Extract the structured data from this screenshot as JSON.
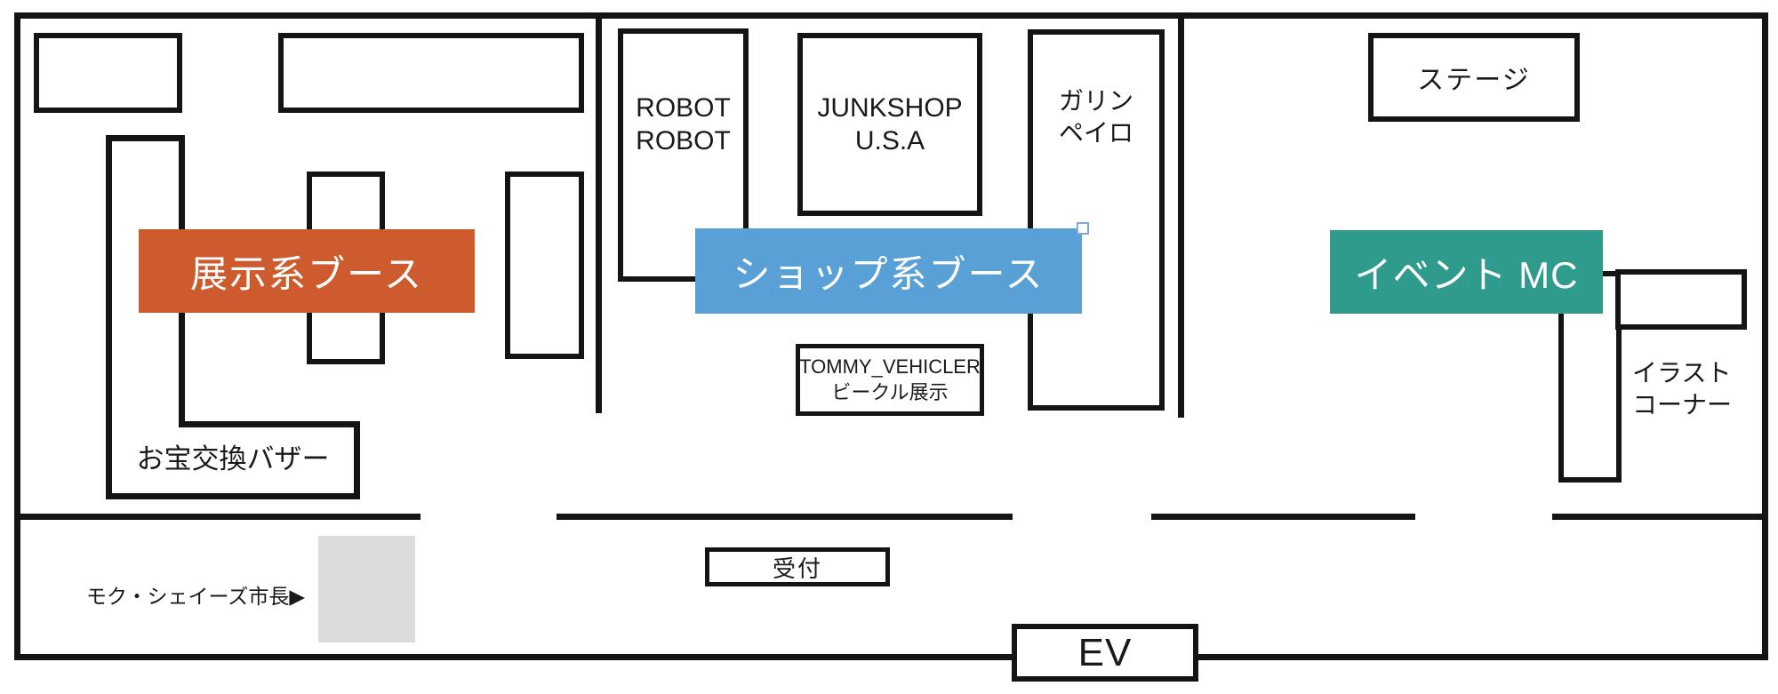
{
  "zones": {
    "exhibit": {
      "label": "展示系ブース",
      "color": "#cd5b2d"
    },
    "shop": {
      "label": "ショップ系ブース",
      "color": "#58a0d6"
    },
    "event_mc": {
      "label": "イベント MC",
      "color": "#2e9b8d"
    }
  },
  "booths": {
    "robot_robot": "ROBOT\nROBOT",
    "junkshop": "JUNKSHOP\nU.S.A",
    "garin_peiro": "ガリン\nペイロ",
    "stage": "ステージ",
    "tommy": "TOMMY_VEHICLER\nビークル展示",
    "bazaar": "お宝交換バザー",
    "illust_corner": "イラスト\nコーナー",
    "reception": "受付",
    "elevator": "EV",
    "mayor_note": "モク・シェイーズ市長▶"
  },
  "colors": {
    "wall": "#141414",
    "selection_handle_border": "#7ea6e0",
    "gray_area": "#dcdcdc"
  }
}
